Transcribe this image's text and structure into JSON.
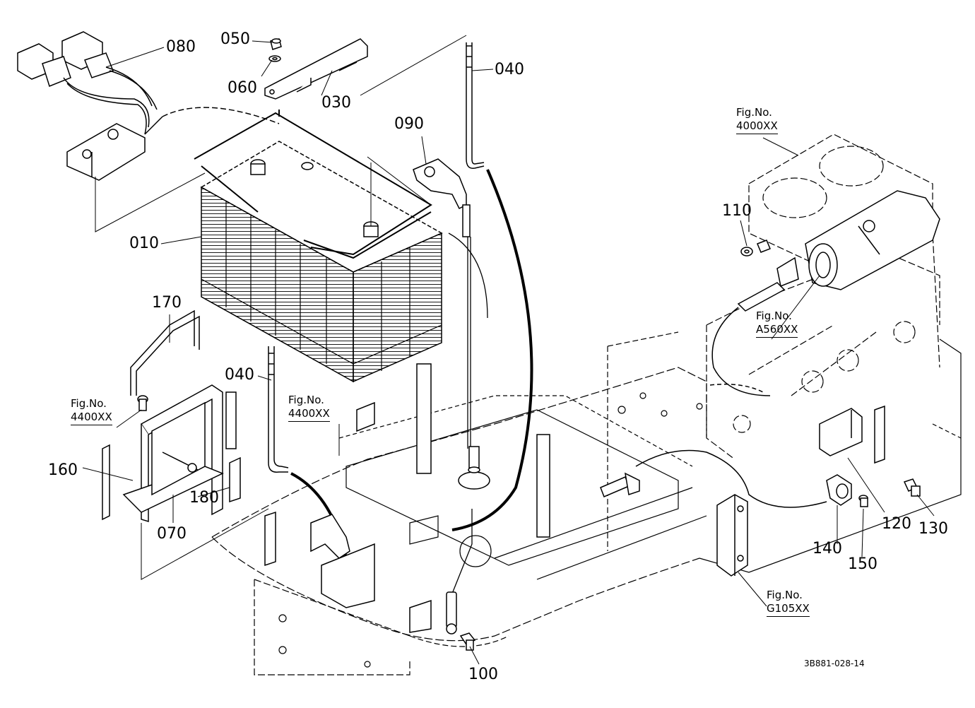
{
  "parts": [
    {
      "id": "p010",
      "no": "010"
    },
    {
      "id": "p030",
      "no": "030"
    },
    {
      "id": "p040a",
      "no": "040"
    },
    {
      "id": "p040b",
      "no": "040"
    },
    {
      "id": "p050",
      "no": "050"
    },
    {
      "id": "p060",
      "no": "060"
    },
    {
      "id": "p070",
      "no": "070"
    },
    {
      "id": "p080",
      "no": "080"
    },
    {
      "id": "p090",
      "no": "090"
    },
    {
      "id": "p100",
      "no": "100"
    },
    {
      "id": "p110",
      "no": "110"
    },
    {
      "id": "p120",
      "no": "120"
    },
    {
      "id": "p130",
      "no": "130"
    },
    {
      "id": "p140",
      "no": "140"
    },
    {
      "id": "p150",
      "no": "150"
    },
    {
      "id": "p160",
      "no": "160"
    },
    {
      "id": "p170",
      "no": "170"
    },
    {
      "id": "p180",
      "no": "180"
    }
  ],
  "fig_refs": [
    {
      "id": "f4000",
      "caption": "Fig.No.",
      "ref": "4000XX"
    },
    {
      "id": "fA560",
      "caption": "Fig.No.",
      "ref": "A560XX"
    },
    {
      "id": "f4400a",
      "caption": "Fig.No.",
      "ref": "4400XX"
    },
    {
      "id": "f4400b",
      "caption": "Fig.No.",
      "ref": "4400XX"
    },
    {
      "id": "fG105",
      "caption": "Fig.No.",
      "ref": "G105XX"
    }
  ],
  "drawing_code": "3B881-028-14"
}
